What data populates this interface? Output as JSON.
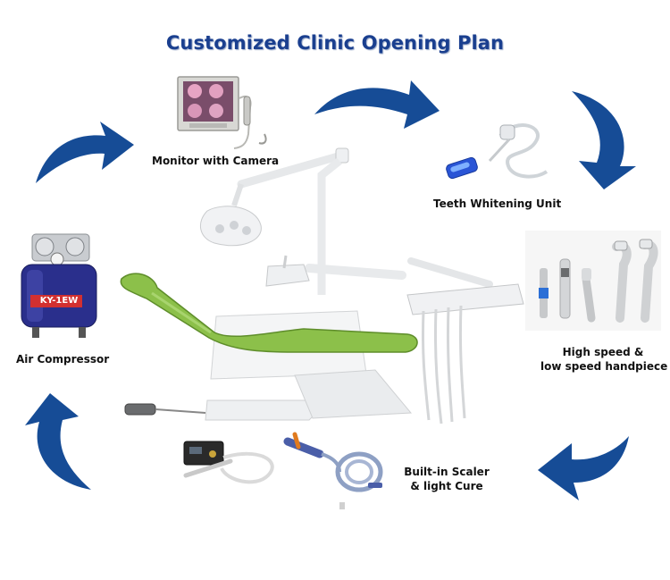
{
  "title": "Customized Clinic Opening Plan",
  "labels": {
    "monitor": "Monitor  with  Camera",
    "whitening": "Teeth Whitening Unit",
    "handpiece_line1": "High speed &",
    "handpiece_line2": "low speed handpiece",
    "scaler_line1": "Built-in Scaler",
    "scaler_line2": "& light Cure",
    "compressor": "Air Compressor",
    "compressor_brand": "KY-1EW"
  },
  "colors": {
    "title": "#1a3f8f",
    "arrow": "#164c96",
    "chair_upholstery": "#8cc04a",
    "compressor_tank": "#2a2f8c"
  }
}
